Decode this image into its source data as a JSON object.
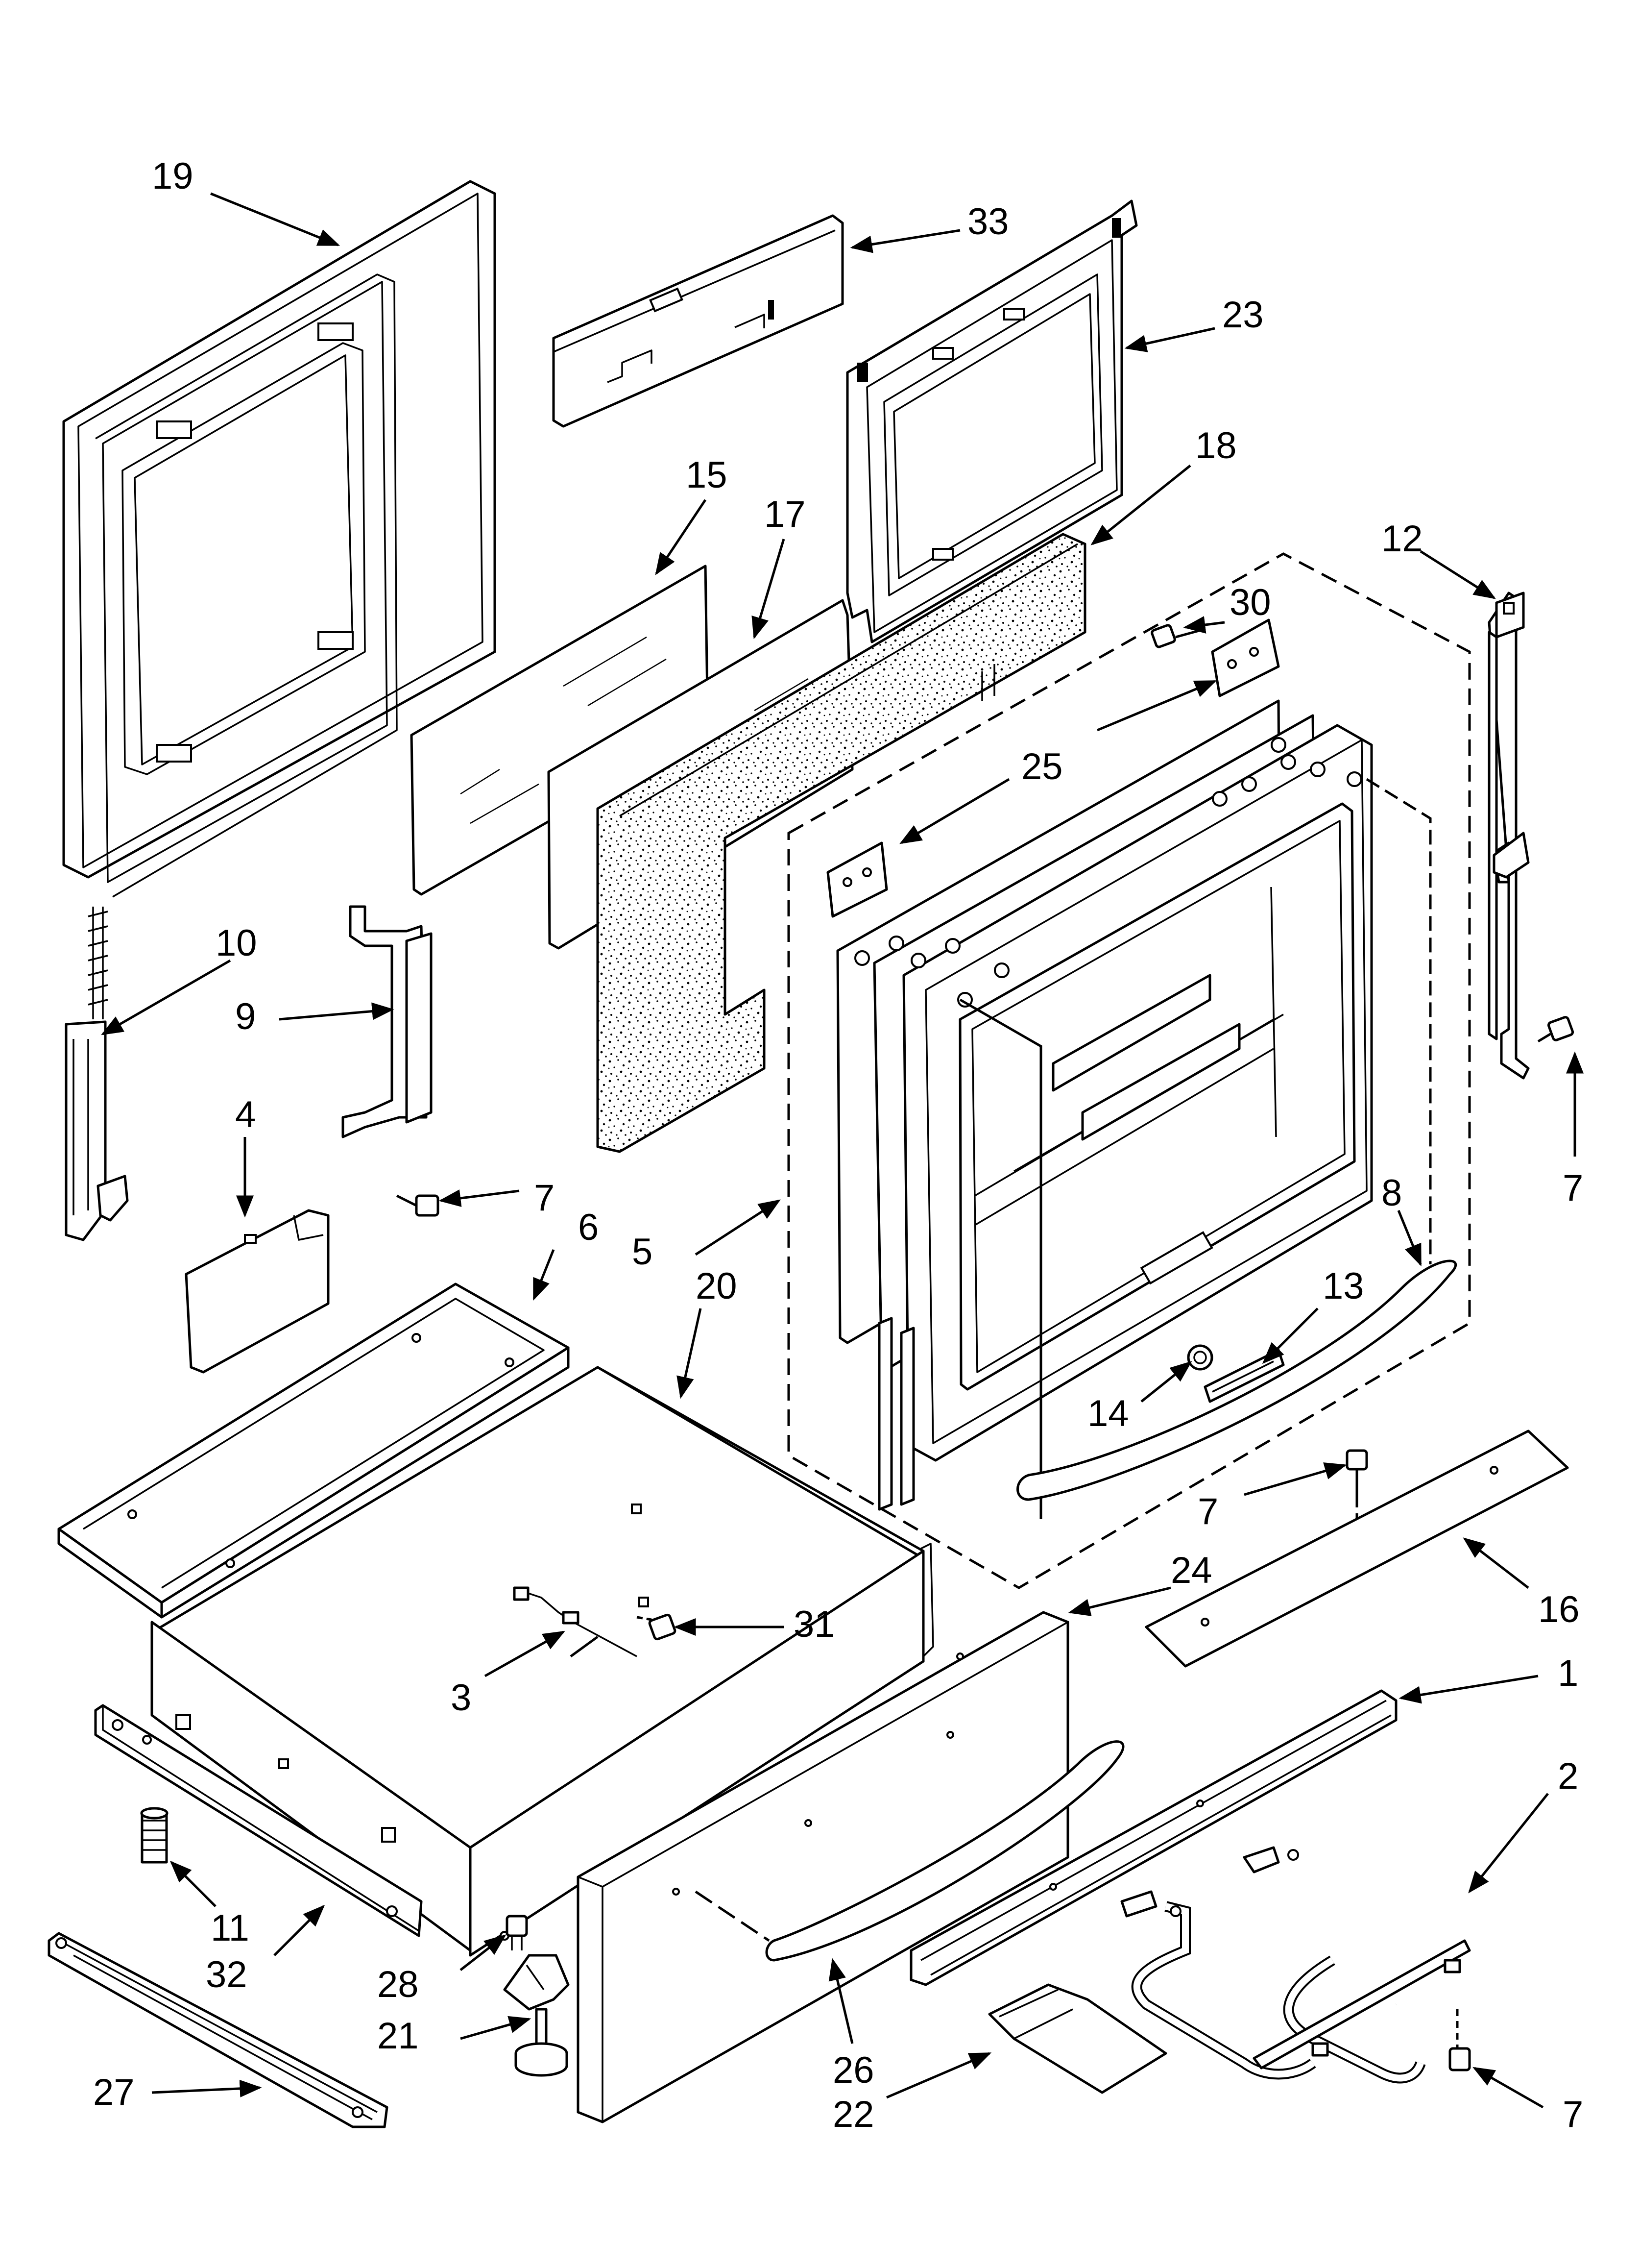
{
  "callouts": {
    "c1": "1",
    "c2": "2",
    "c3": "3",
    "c4": "4",
    "c5": "5",
    "c6": "6",
    "c7a": "7",
    "c7b": "7",
    "c7c": "7",
    "c7d": "7",
    "c8": "8",
    "c9": "9",
    "c10": "10",
    "c11": "11",
    "c12": "12",
    "c13": "13",
    "c14": "14",
    "c15": "15",
    "c16": "16",
    "c17": "17",
    "c18": "18",
    "c19": "19",
    "c20": "20",
    "c21": "21",
    "c22": "22",
    "c23": "23",
    "c24": "24",
    "c25": "25",
    "c26": "26",
    "c27": "27",
    "c28": "28",
    "c30": "30",
    "c31": "31",
    "c32": "32",
    "c33": "33"
  }
}
